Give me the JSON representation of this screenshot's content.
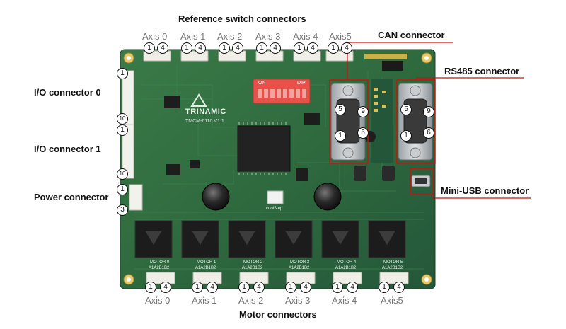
{
  "labels": {
    "reference_switch_connectors": "Reference switch connectors",
    "can_connector": "CAN connector",
    "rs485_connector": "RS485 connector",
    "io_connector_0": "I/O connector 0",
    "io_connector_1": "I/O connector 1",
    "power_connector": "Power connector",
    "mini_usb_connector": "Mini-USB connector",
    "motor_connectors": "Motor connectors"
  },
  "top_axes": [
    "Axis 0",
    "Axis 1",
    "Axis 2",
    "Axis 3",
    "Axis 4",
    "Axis5"
  ],
  "bottom_axes": [
    "Axis 0",
    "Axis 1",
    "Axis 2",
    "Axis 3",
    "Axis 4",
    "Axis5"
  ],
  "pins": {
    "one": "1",
    "four": "4",
    "three": "3",
    "five": "5",
    "six": "6",
    "nine": "9",
    "ten": "10"
  },
  "board_text": {
    "brand": "TRINAMIC",
    "model": "TMCM-6110 V1.1",
    "dip_on": "ON",
    "dip_label": "DIP",
    "cool_step": "coolStep",
    "motor_labels": [
      "MOTOR 0",
      "MOTOR 1",
      "MOTOR 2",
      "MOTOR 3",
      "MOTOR 4",
      "MOTOR 5"
    ],
    "motor_pins": "A1A2B1B2"
  },
  "colors": {
    "pcb": "#2f6a3e",
    "pcb_dark": "#1f4f2d",
    "annotation_red": "#cc1111",
    "dip_red": "#e8504a"
  }
}
